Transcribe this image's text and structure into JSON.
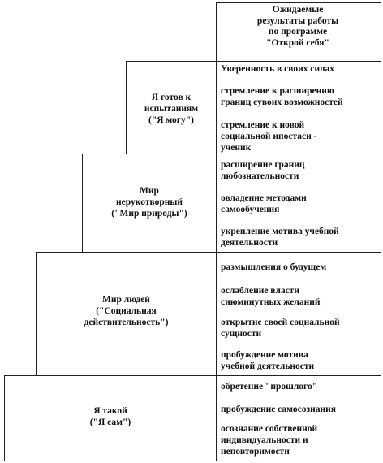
{
  "header": {
    "title": "Ожидаемые\nрезультаты работы\nпо программе\n\"Открой себя\""
  },
  "stages": [
    {
      "id": "stage-1",
      "label": "Я готов к\nиспытаниям\n(\"Я могу\")",
      "results": [
        "Уверенность в своих силах",
        "стремление к расширению\nграниц сувоих возможностей",
        "стремление к новой\nсоциальной ипостаси -\nученик"
      ]
    },
    {
      "id": "stage-2",
      "label": "Мир\nнерукотворный\n(\"Мир природы\")",
      "results": [
        "расширение границ\nлюбознательности",
        "овладение методами\nсамообучения",
        "укрепление мотива учебной\nдеятельности"
      ]
    },
    {
      "id": "stage-3",
      "label": "Мир людей\n(\"Социальная\nдействительность\")",
      "results": [
        "размышления о будущем",
        "ослабление власти\nсиюминутных желаний",
        "открытие своей  социальной\nсущности",
        "пробуждение мотива\nучебной деятельности"
      ]
    },
    {
      "id": "stage-4",
      "label": "Я такой\n(\"Я сам\")",
      "results": [
        "обретение \"прошлого\"",
        "пробуждение самосознания",
        "осознание собственной\nиндивидуальности и\nнеповторимости"
      ]
    }
  ]
}
